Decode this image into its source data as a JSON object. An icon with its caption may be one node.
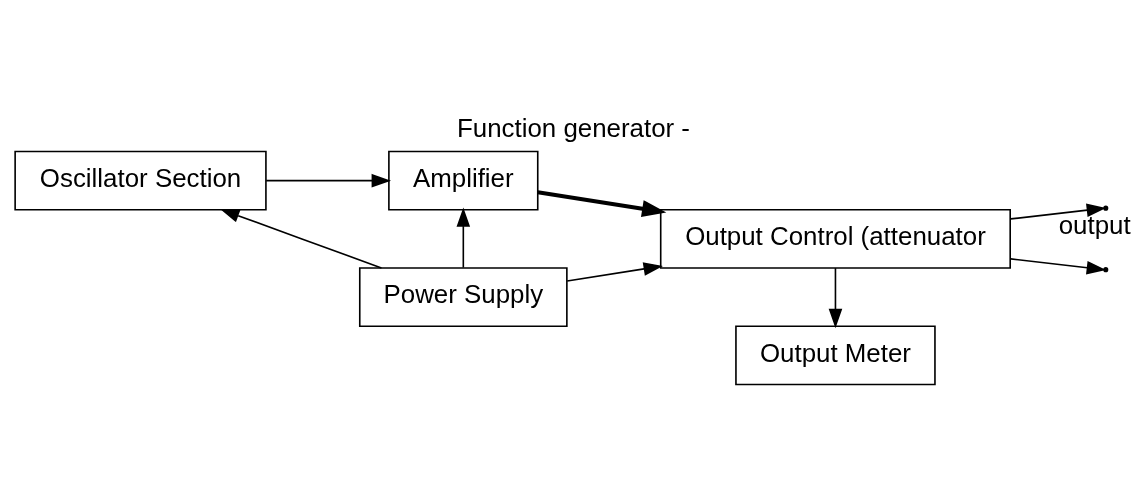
{
  "diagram": {
    "title": "Function generator -",
    "nodes": [
      {
        "text": [
          "Oscillator Section"
        ]
      },
      {
        "text": [
          "Amplifier"
        ]
      },
      {
        "text": [
          "Output Control (attenuator"
        ]
      },
      {
        "text": [
          "Output Meter"
        ]
      },
      {
        "text": [
          "Power Supply"
        ]
      }
    ],
    "edges": [
      {
        "from": 0,
        "to": 1,
        "arrow": "to"
      },
      {
        "from": 1,
        "to": 2,
        "arrow": "to",
        "style": "thick"
      },
      {
        "from": 2,
        "to": 3,
        "arrow": "to"
      },
      {
        "from": 4,
        "to": 0,
        "arrow": "to"
      },
      {
        "from": 4,
        "to": 1,
        "arrow": "to"
      },
      {
        "from": 4,
        "to": 2,
        "arrow": "to"
      },
      {
        "from": 2,
        "to": null,
        "arrow": "to",
        "label": "output"
      },
      {
        "from": 2,
        "to": null,
        "arrow": "to"
      }
    ]
  }
}
